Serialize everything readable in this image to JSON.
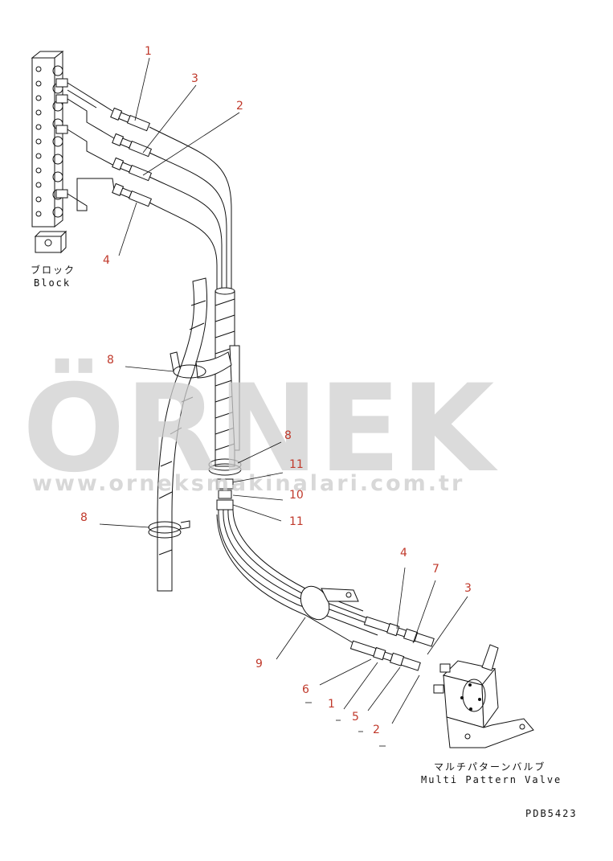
{
  "block_label_jp": "ブロック",
  "block_label_en": "Block",
  "valve_label_jp": "マルチパターンバルブ",
  "valve_label_en": "Multi Pattern Valve",
  "drawing_code": "PDB5423",
  "watermark": {
    "brand": "ÖRNEK",
    "site": "www.orneksmakinalari.com.tr",
    "brand_color": "#d6c46a"
  },
  "callouts": {
    "c1": "1",
    "c3": "3",
    "c2": "2",
    "c4": "4",
    "c8a": "8",
    "c8b": "8",
    "c8c": "8",
    "c11a": "11",
    "c10": "10",
    "c11b": "11",
    "c4b": "4",
    "c7": "7",
    "c3b": "3",
    "c9": "9",
    "c6": "6",
    "c1b": "1",
    "c5": "5",
    "c2b": "2"
  }
}
